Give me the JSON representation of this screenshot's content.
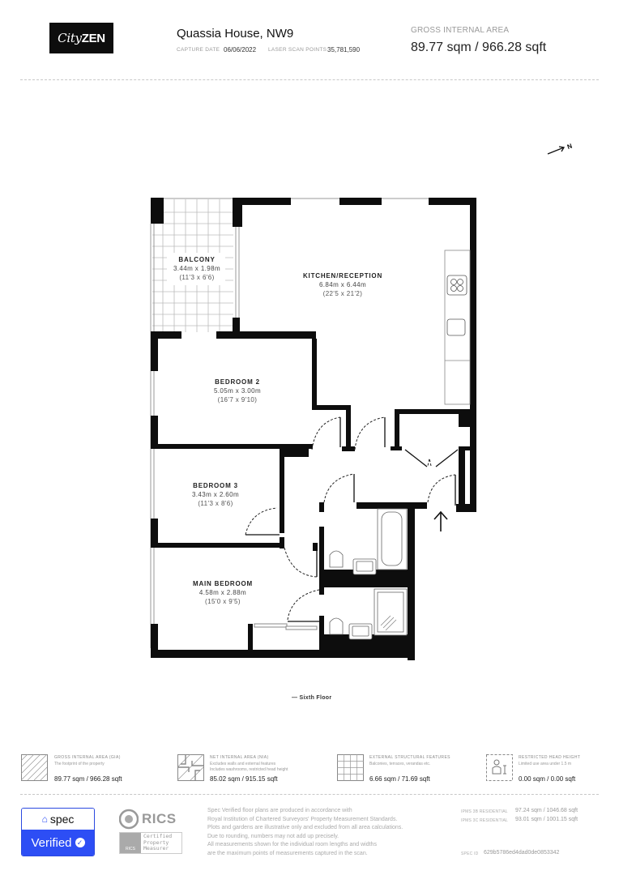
{
  "header": {
    "logo": {
      "city": "City",
      "zen": "ZEN"
    },
    "property_title": "Quassia House, NW9",
    "capture_date_label": "CAPTURE DATE",
    "capture_date": "06/06/2022",
    "laser_points_label": "LASER SCAN POINTS",
    "laser_points": "35,781,590",
    "gia_label": "GROSS INTERNAL AREA",
    "gia_value": "89.77 sqm / 966.28 sqft"
  },
  "north_indicator": {
    "label": "N",
    "icon": "north-arrow-icon"
  },
  "floor_plan": {
    "floor_label": "— Sixth Floor",
    "rooms": [
      {
        "name": "BALCONY",
        "metric": "3.44m x 1.98m",
        "imperial": "(11'3 x 6'6)"
      },
      {
        "name": "KITCHEN/RECEPTION",
        "metric": "6.84m x 6.44m",
        "imperial": "(22'5 x 21'2)"
      },
      {
        "name": "BEDROOM 2",
        "metric": "5.05m x 3.00m",
        "imperial": "(16'7 x 9'10)"
      },
      {
        "name": "BEDROOM 3",
        "metric": "3.43m x 2.60m",
        "imperial": "(11'3 x 8'6)"
      },
      {
        "name": "MAIN BEDROOM",
        "metric": "4.58m x 2.88m",
        "imperial": "(15'0 x 9'5)"
      }
    ]
  },
  "legend": [
    {
      "title": "GROSS INTERNAL AREA (GIA)",
      "desc": [
        "The footprint of the property"
      ],
      "value": "89.77 sqm / 966.28 sqft",
      "icon": "hatched-area-icon"
    },
    {
      "title": "NET INTERNAL AREA (NIA)",
      "desc": [
        "Excludes walls and external features",
        "Includes washrooms, restricted head height"
      ],
      "value": "85.02 sqm / 915.15 sqft",
      "icon": "net-area-icon"
    },
    {
      "title": "EXTERNAL STRUCTURAL FEATURES",
      "desc": [
        "Balconies, terraces, verandas etc."
      ],
      "value": "6.66 sqm / 71.69 sqft",
      "icon": "grid-area-icon"
    },
    {
      "title": "RESTRICTED HEAD HEIGHT",
      "desc": [
        "Limited use area under 1.5 m"
      ],
      "value": "0.00 sqm / 0.00 sqft",
      "icon": "head-height-icon"
    }
  ],
  "footer": {
    "spec_badge": {
      "top": "spec",
      "bottom": "Verified"
    },
    "rics": {
      "name": "RICS",
      "badge_lines": [
        "Certified",
        "Property",
        "Measurer"
      ]
    },
    "disclaimer": [
      "Spec Verified floor plans are produced in accordance with",
      "Royal Institution of Chartered Surveyors' Property Measurement Standards.",
      "Plots and gardens are illustrative only and excluded from all area calculations.",
      "Due to rounding, numbers may not add up precisely.",
      "All measurements shown for the individual room lengths and widths",
      "are the maximum points of measurements captured in the scan."
    ],
    "ipms": [
      {
        "label": "IPMS 3B RESIDENTIAL",
        "value": "97.24 sqm / 1046.68 sqft"
      },
      {
        "label": "IPMS 3C RESIDENTIAL",
        "value": "93.01 sqm / 1001.15 sqft"
      }
    ],
    "spec_id_label": "SPEC ID",
    "spec_id": "629b5786ed4dad0de0853342"
  }
}
